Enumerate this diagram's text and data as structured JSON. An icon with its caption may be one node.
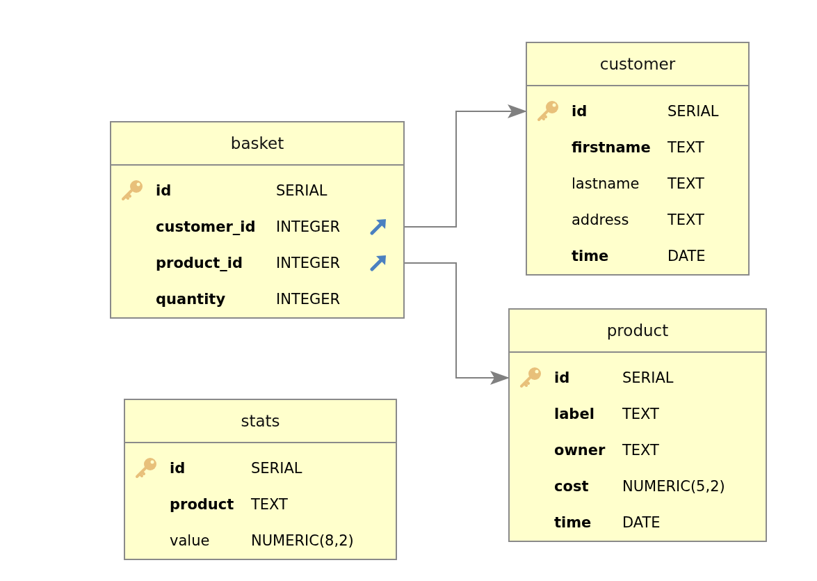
{
  "diagram": {
    "nodes": [
      {
        "text": [
          "basket"
        ]
      },
      {
        "text": [
          "id",
          "SERIAL"
        ],
        "in": 0
      },
      {
        "text": [
          "customer_id",
          "INTEGER"
        ],
        "in": 0
      },
      {
        "text": [
          "product_id",
          "INTEGER"
        ],
        "in": 0
      },
      {
        "text": [
          "quantity",
          "INTEGER"
        ],
        "in": 0
      },
      {
        "text": [
          "customer"
        ]
      },
      {
        "text": [
          "id",
          "SERIAL"
        ],
        "in": 5
      },
      {
        "text": [
          "firstname",
          "TEXT"
        ],
        "in": 5
      },
      {
        "text": [
          "lastname",
          "TEXT"
        ],
        "in": 5
      },
      {
        "text": [
          "address",
          "TEXT"
        ],
        "in": 5
      },
      {
        "text": [
          "time",
          "DATE"
        ],
        "in": 5
      },
      {
        "text": [
          "product"
        ]
      },
      {
        "text": [
          "id",
          "SERIAL"
        ],
        "in": 11
      },
      {
        "text": [
          "label",
          "TEXT"
        ],
        "in": 11
      },
      {
        "text": [
          "owner",
          "TEXT"
        ],
        "in": 11
      },
      {
        "text": [
          "cost",
          "NUMERIC(5,2)"
        ],
        "in": 11
      },
      {
        "text": [
          "time",
          "DATE"
        ],
        "in": 11
      },
      {
        "text": [
          "stats"
        ]
      },
      {
        "text": [
          "id",
          "SERIAL"
        ],
        "in": 17
      },
      {
        "text": [
          "product",
          "TEXT"
        ],
        "in": 17
      },
      {
        "text": [
          "value",
          "NUMERIC(8,2)"
        ],
        "in": 17
      }
    ],
    "edges": [
      {
        "from": 2,
        "to": 6,
        "arrow": "to"
      },
      {
        "from": 3,
        "to": 12,
        "arrow": "to"
      }
    ]
  }
}
